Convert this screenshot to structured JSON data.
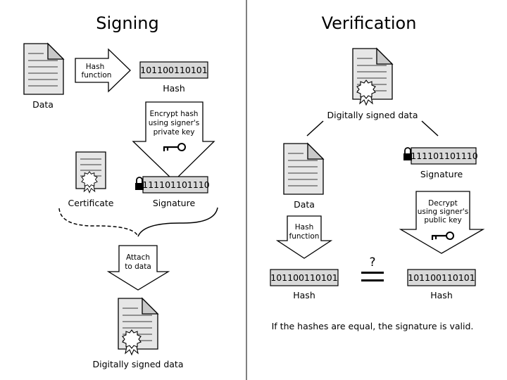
{
  "signing": {
    "title": "Signing",
    "data_label": "Data",
    "hash_function_label": [
      "Hash",
      "function"
    ],
    "hash_value": "101100110101",
    "hash_label": "Hash",
    "encrypt_label": [
      "Encrypt hash",
      "using signer's",
      "private key"
    ],
    "certificate_label": "Certificate",
    "signature_value": "111101101110",
    "signature_label": "Signature",
    "attach_label": [
      "Attach",
      "to data"
    ],
    "signed_data_label": "Digitally signed data"
  },
  "verification": {
    "title": "Verification",
    "signed_data_label": "Digitally signed data",
    "data_label": "Data",
    "signature_value": "111101101110",
    "signature_label": "Signature",
    "hash_function_label": [
      "Hash",
      "function"
    ],
    "decrypt_label": [
      "Decrypt",
      "using signer's",
      "public key"
    ],
    "compare_symbol": "?",
    "hash_left_value": "101100110101",
    "hash_left_label": "Hash",
    "hash_right_value": "101100110101",
    "hash_right_label": "Hash",
    "conclusion": "If the hashes are equal, the signature is valid."
  },
  "icons": [
    "document-icon",
    "certificate-seal-icon",
    "key-icon",
    "lock-icon",
    "equals-icon"
  ]
}
